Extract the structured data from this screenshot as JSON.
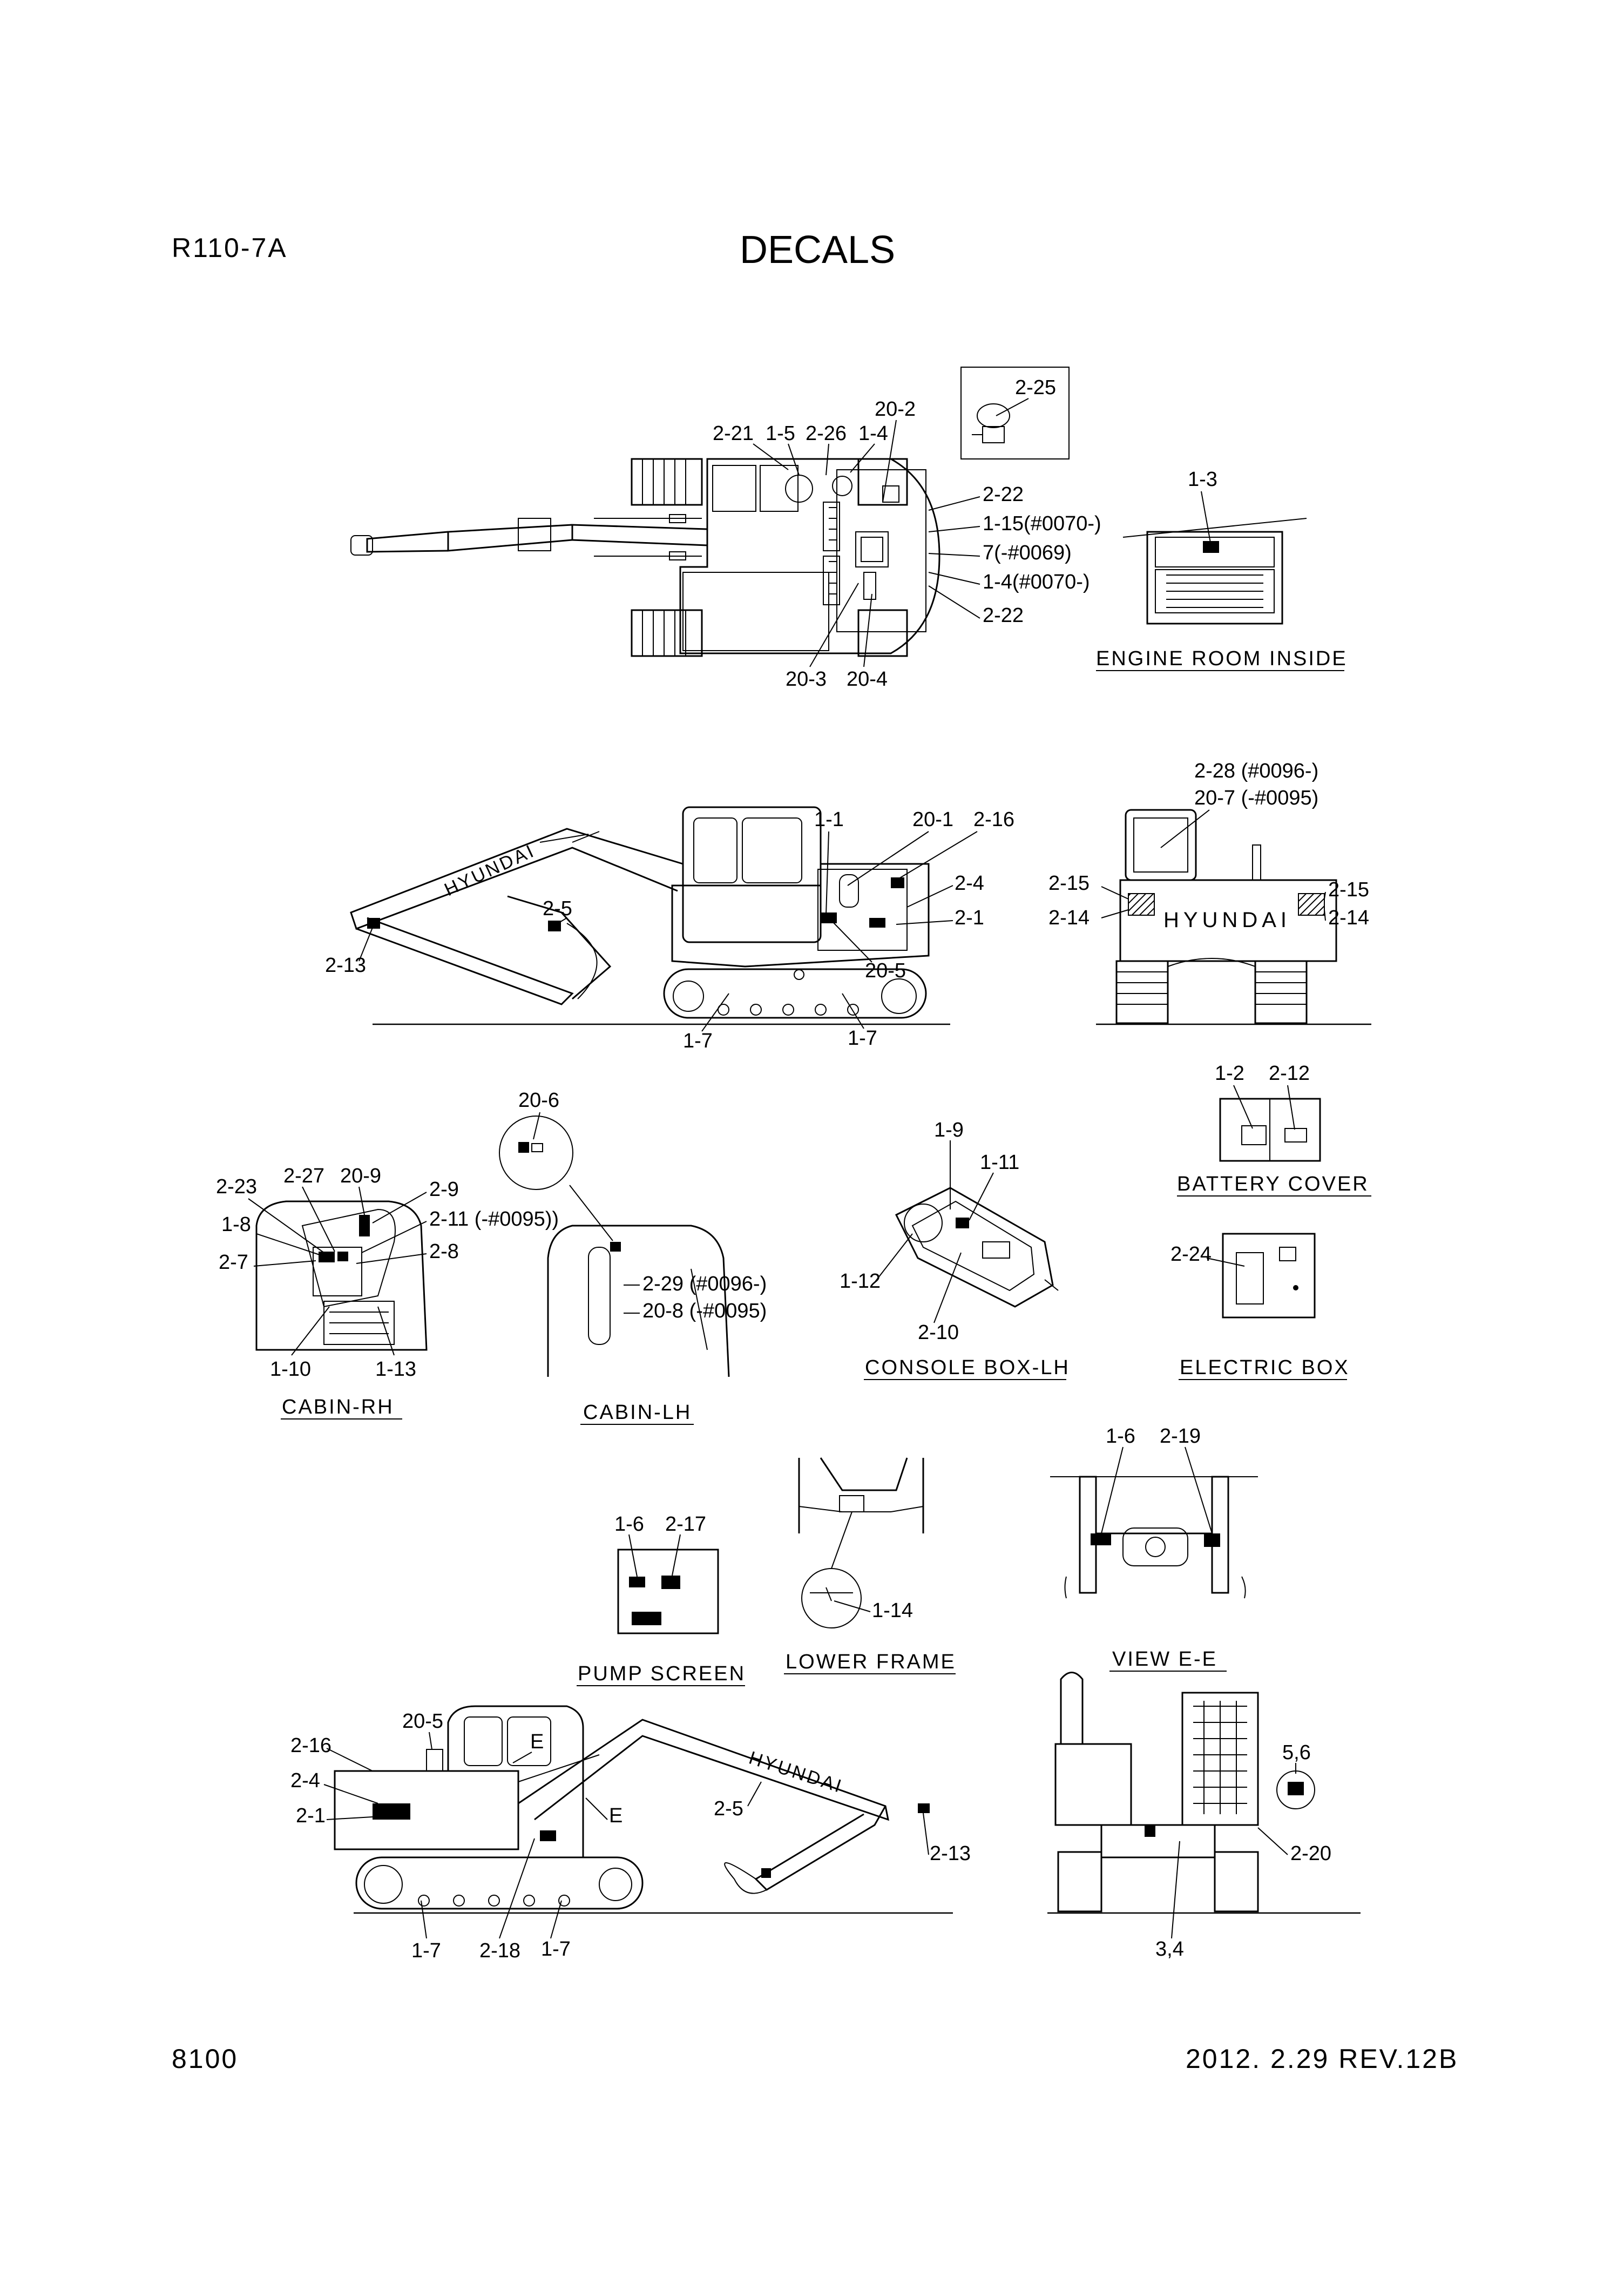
{
  "header": {
    "model": "R110-7A",
    "title": "DECALS"
  },
  "footer": {
    "page_number": "8100",
    "revision": "2012. 2.29 REV.12B"
  },
  "views": {
    "top": {
      "callouts": [
        "2-25",
        "20-2",
        "2-21",
        "1-5",
        "2-26",
        "1-4",
        "2-22",
        "1-15(#0070-)",
        "7(-#0069)",
        "1-4(#0070-)",
        "2-22",
        "20-3",
        "20-4"
      ]
    },
    "engine_room_inside": {
      "title": "ENGINE ROOM INSIDE",
      "callouts": [
        "1-3"
      ]
    },
    "left_side": {
      "callouts": [
        "1-1",
        "20-1",
        "2-16",
        "2-4",
        "2-1",
        "2-5",
        "2-13",
        "20-5",
        "1-7",
        "1-7"
      ],
      "brand": "HYUNDAI"
    },
    "rear": {
      "callouts": [
        "2-28 (#0096-)",
        "20-7 (-#0095)",
        "2-15",
        "2-14",
        "2-15",
        "2-14"
      ],
      "brand": "HYUNDAI"
    },
    "battery_cover": {
      "title": "BATTERY COVER",
      "callouts": [
        "1-2",
        "2-12"
      ]
    },
    "cabin_rh": {
      "title": "CABIN-RH",
      "callouts": [
        "2-23",
        "2-27",
        "20-9",
        "2-9",
        "1-8",
        "2-11 (-#0095))",
        "2-7",
        "2-8",
        "1-10",
        "1-13"
      ]
    },
    "cabin_lh": {
      "title": "CABIN-LH",
      "callouts": [
        "20-6",
        "2-29 (#0096-)",
        "20-8 (-#0095)"
      ]
    },
    "console_box_lh": {
      "title": "CONSOLE BOX-LH",
      "callouts": [
        "1-9",
        "1-11",
        "1-12",
        "2-10"
      ]
    },
    "electric_box": {
      "title": "ELECTRIC BOX",
      "callouts": [
        "2-24"
      ]
    },
    "view_e_e": {
      "title": "VIEW  E-E",
      "callouts": [
        "1-6",
        "2-19"
      ]
    },
    "pump_screen": {
      "title": "PUMP SCREEN",
      "callouts": [
        "1-6",
        "2-17"
      ]
    },
    "lower_frame": {
      "title": "LOWER FRAME",
      "callouts": [
        "1-14"
      ]
    },
    "right_side": {
      "callouts": [
        "20-5",
        "2-16",
        "2-4",
        "2-1",
        "E",
        "E",
        "2-5",
        "2-13",
        "1-7",
        "2-18",
        "1-7"
      ],
      "brand": "HYUNDAI"
    },
    "front": {
      "callouts": [
        "5,6",
        "2-20",
        "3,4"
      ]
    }
  }
}
